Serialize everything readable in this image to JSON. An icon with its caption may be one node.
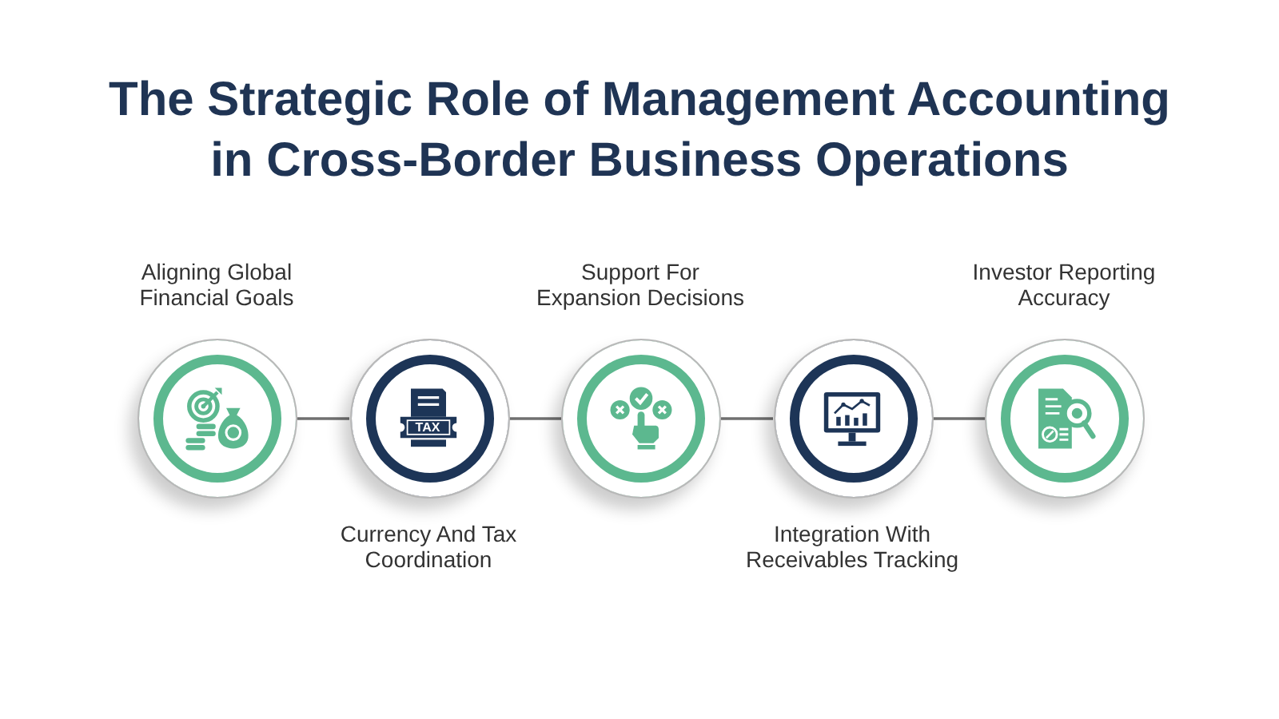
{
  "diagram": {
    "title": "The Strategic Role of Management Accounting in Cross-Border Business Operations",
    "nodes": [
      {
        "text": [
          "Aligning Global Financial Goals"
        ]
      },
      {
        "text": [
          "Currency And Tax Coordination"
        ]
      },
      {
        "text": [
          "Support For Expansion Decisions"
        ]
      },
      {
        "text": [
          "Integration With Receivables Tracking"
        ]
      },
      {
        "text": [
          "Investor Reporting Accuracy"
        ]
      }
    ],
    "edges": [
      {
        "from": 0,
        "to": 1,
        "arrow": "none"
      },
      {
        "from": 1,
        "to": 2,
        "arrow": "none"
      },
      {
        "from": 2,
        "to": 3,
        "arrow": "none"
      },
      {
        "from": 3,
        "to": 4,
        "arrow": "none"
      }
    ],
    "labels": [
      "TAX"
    ]
  }
}
